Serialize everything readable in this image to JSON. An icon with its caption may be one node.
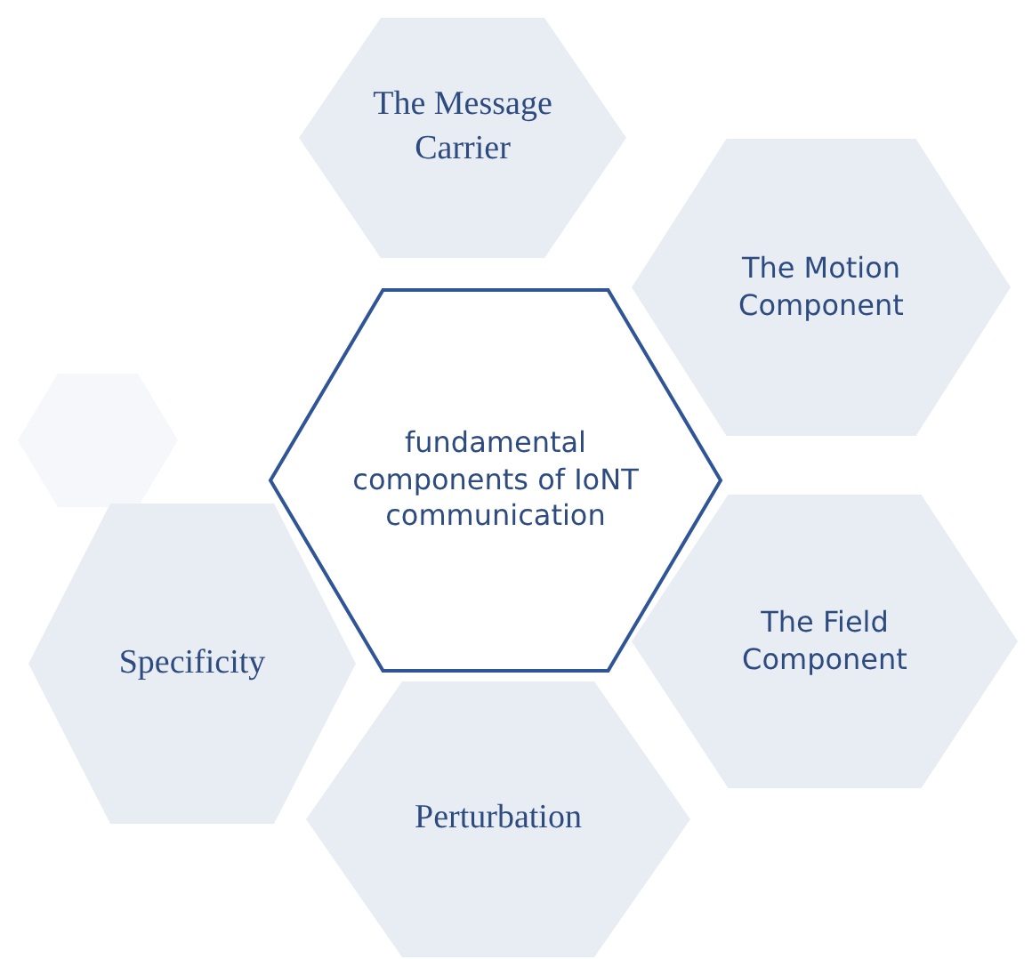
{
  "diagram": {
    "nodes": [
      {
        "text": [
          "The Message Carrier"
        ]
      },
      {
        "text": [
          "The Motion Component"
        ]
      },
      {
        "text": [
          "fundamental components of IoNT communication"
        ]
      },
      {
        "text": [],
        "shape": "hexagon"
      },
      {
        "text": [
          "The Field Component"
        ]
      },
      {
        "text": [
          "Specificity"
        ]
      },
      {
        "text": [
          "Perturbation"
        ]
      }
    ]
  }
}
